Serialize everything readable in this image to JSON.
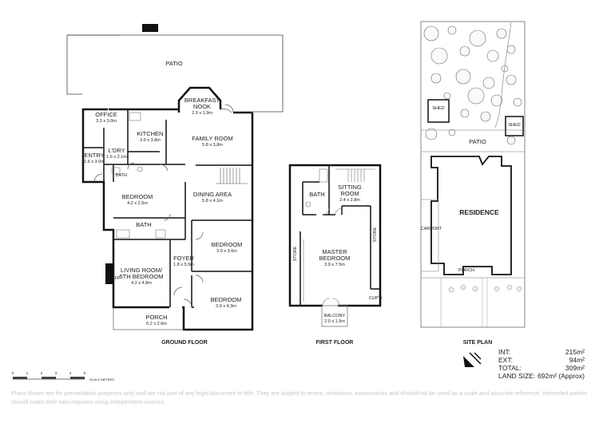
{
  "ground": {
    "title": "GROUND FLOOR",
    "rooms": {
      "patio": {
        "name": "PATIO"
      },
      "breakfast": {
        "name1": "BREAKFAST",
        "name2": "NOOK",
        "dim": "2.9 x 1.9m"
      },
      "office": {
        "name": "OFFICE",
        "dim": "3.3 x 3.0m"
      },
      "kitchen": {
        "name": "KITCHEN",
        "dim": "3.0 x 3.8m"
      },
      "family": {
        "name": "FAMILY ROOM",
        "dim": "5.8 x 3.8m"
      },
      "laundry": {
        "name": "L'DRY",
        "dim": "1.6 x 2.1m"
      },
      "entry": {
        "name": "ENTRY",
        "dim": "1.6 x 3.0m"
      },
      "bath1": {
        "name": "BATH"
      },
      "bedroom1": {
        "name": "BEDROOM",
        "dim": "4.2 x 2.5m"
      },
      "dining": {
        "name": "DINING AREA",
        "dim": "5.8 x 4.1m"
      },
      "bath2": {
        "name": "BATH"
      },
      "bedroom2": {
        "name": "BEDROOM",
        "dim": "3.9 x 3.6m"
      },
      "foyer": {
        "name": "FOYER",
        "dim": "1.8 x 5.5m"
      },
      "living": {
        "name1": "LIVING ROOM/",
        "name2": "5TH BEDROOM",
        "dim": "4.2 x 4.8m"
      },
      "fp": {
        "name": "FP"
      },
      "bedroom3": {
        "name": "BEDROOM",
        "dim": "3.9 x 4.3m"
      },
      "porch": {
        "name": "PORCH",
        "dim": "6.2 x 2.6m"
      }
    }
  },
  "first": {
    "title": "FIRST FLOOR",
    "rooms": {
      "bath": {
        "name": "BATH"
      },
      "sitting": {
        "name1": "SITTING",
        "name2": "ROOM",
        "dim": "2.4 x 2.8m"
      },
      "master": {
        "name1": "MASTER",
        "name2": "BEDROOM",
        "dim": "3.9 x 7.5m"
      },
      "store_left": {
        "name": "STORE"
      },
      "store_right": {
        "name": "STORE"
      },
      "cupd": {
        "name": "CUP'D"
      },
      "balcony": {
        "name": "BALCONY",
        "dim": "2.0 x 1.5m"
      }
    }
  },
  "site": {
    "title": "SITE PLAN",
    "shed1": "SHED",
    "shed2": "SHED",
    "patio": "PATIO",
    "residence": "RESIDENCE",
    "carport": "CARPORT",
    "porch": "PORCH"
  },
  "scale_bar": {
    "label": "SCALE METRES",
    "ticks": [
      "0",
      "1",
      "2",
      "3",
      "4",
      "5"
    ]
  },
  "areas": [
    {
      "label": "INT:",
      "value": "215m²"
    },
    {
      "label": "EXT:",
      "value": "94m²"
    },
    {
      "label": "TOTAL:",
      "value": "309m²"
    },
    {
      "label": "LAND SIZE:",
      "value": "692m² (Approx)"
    }
  ],
  "disclaimer": "Plans shown are for presentation purposes only and are not part of any legal document or title. They are subject to errors, omissions, inaccuracies and should not be used as a scale and accurate reference. Interested parties should make their own inquiries using independent sources."
}
